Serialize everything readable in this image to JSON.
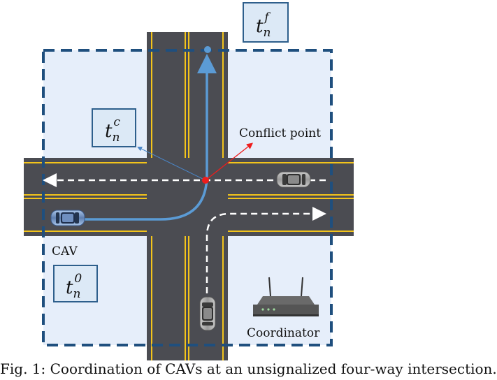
{
  "labels": {
    "conflict_point": "Conflict point",
    "cav": "CAV",
    "coordinator": "Coordinator"
  },
  "time_labels": {
    "final": {
      "base": "t",
      "sub": "n",
      "sup": "f"
    },
    "conflict": {
      "base": "t",
      "sub": "n",
      "sup": "c"
    },
    "initial": {
      "base": "t",
      "sub": "n",
      "sup": "0"
    }
  },
  "caption": "Fig. 1: Coordination of CAVs at an unsignalized four-way intersection.",
  "colors": {
    "road": "#4b4c52",
    "lane_yellow": "#f3c41b",
    "zone_fill": "#e6eefa",
    "zone_border": "#1f4f7e",
    "path_blue": "#5b9bd5",
    "conflict_red": "#ee1c1c",
    "label_box_fill": "#dce9f6",
    "label_box_border": "#2e5f8c"
  }
}
